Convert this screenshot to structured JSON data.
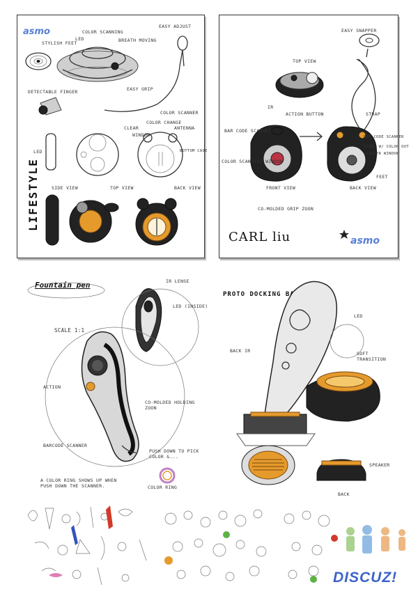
{
  "brand": {
    "logo_text": "asmo",
    "signature": "CARL liu"
  },
  "sheet1": {
    "vertical_title": "LIFESTYLE",
    "labels": [
      "COLOR SCANNING",
      "LED",
      "BREATH MOVING",
      "EASY ADJUST",
      "STYLISH FEET",
      "DETECTABLE FINGER",
      "EASY GRIP",
      "COLOR SCANNER",
      "CLEAR",
      "WINDOW",
      "COLOR CHANGE",
      "ANTENNA",
      "BOTTOM CASE",
      "LED",
      "SIDE VIEW",
      "TOP VIEW",
      "BACK VIEW"
    ]
  },
  "sheet2": {
    "labels": [
      "EASY SNAPPER",
      "TOP VIEW",
      "IR",
      "ACTION BUTTON",
      "BAR CODE SCANNER",
      "COLOR SCANNING WINDOW",
      "STRAP",
      "BAR CODE SCANNER",
      "STEEL W/ COLOR OUT",
      "SCANNER WINDOW",
      "FEET",
      "FRONT VIEW",
      "BACK VIEW",
      "CO-MOLDED GRIP ZOON"
    ]
  },
  "fountain": {
    "title": "Fountain pen",
    "labels": [
      "IR LENSE",
      "LED (INSIDE)",
      "SCALE 1:1",
      "ACTION",
      "CO-MOLDED HOLDING ZOON",
      "BARCODE SCANNER",
      "PUSH DOWN TO PICK COLOR &...",
      "A COLOR RING SHOWS UP WHEN PUSH DOWN THE SCANNER.",
      "COLOR RING"
    ]
  },
  "docking": {
    "title": "PROTO DOCKING BASE",
    "labels": [
      "LED",
      "SOFT TRANSITION",
      "BACK IR",
      "SPEAKER",
      "BACK"
    ]
  },
  "watermark": {
    "text": "DISCUZ!"
  },
  "colors": {
    "ink": "#222222",
    "orange": "#e59a2c",
    "logo_blue": "#5a7fd6",
    "watermark_blue": "#3b63c9"
  }
}
